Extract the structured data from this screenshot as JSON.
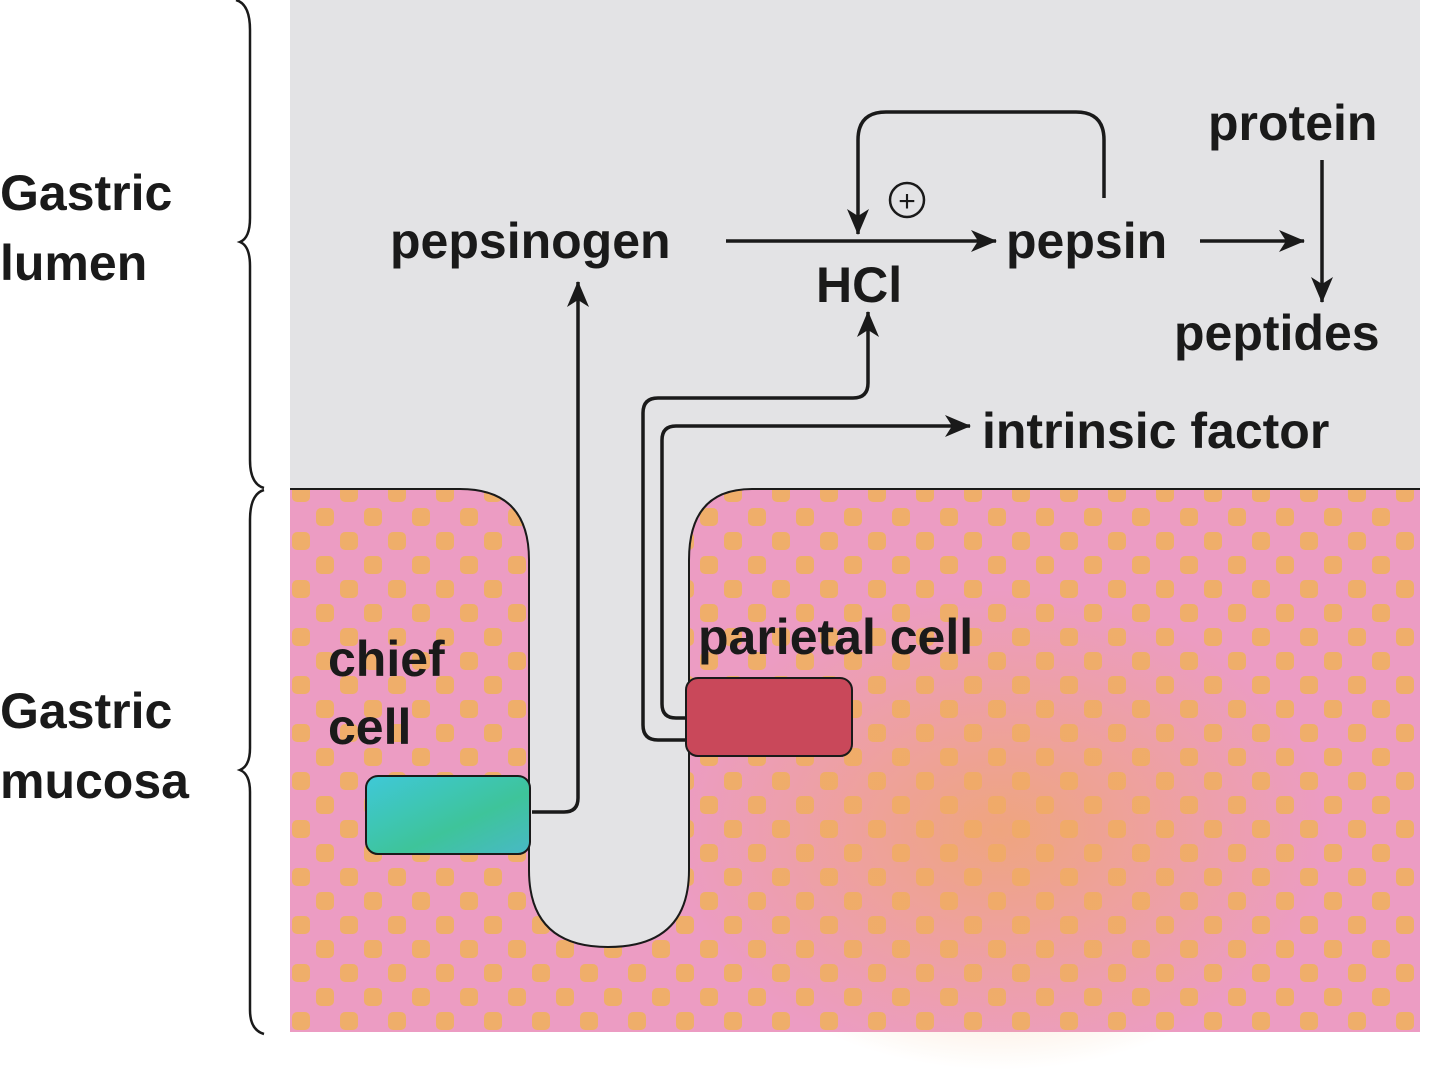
{
  "regions": {
    "lumen": {
      "line1": "Gastric",
      "line2": "lumen"
    },
    "mucosa": {
      "line1": "Gastric",
      "line2": "mucosa"
    }
  },
  "molecules": {
    "pepsinogen": "pepsinogen",
    "hcl": "HCl",
    "pepsin": "pepsin",
    "protein": "protein",
    "peptides": "peptides",
    "intrinsic_factor": "intrinsic factor",
    "activation_symbol": "+"
  },
  "cells": {
    "chief": {
      "line1": "chief",
      "line2": "cell",
      "color": "#3fc4c0"
    },
    "parietal": {
      "label": "parietal cell",
      "color": "#c9485a"
    }
  },
  "colors": {
    "lumen": "#e3e3e5",
    "mucosa_pink": "#ec9cc3",
    "mucosa_orange": "#f0b25a",
    "line": "#1a1a1a"
  }
}
